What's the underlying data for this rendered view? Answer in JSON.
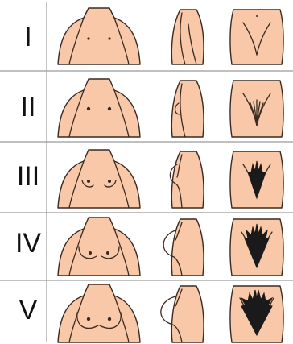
{
  "stages": [
    {
      "label": "I"
    },
    {
      "label": "II"
    },
    {
      "label": "III"
    },
    {
      "label": "IV"
    },
    {
      "label": "V"
    }
  ],
  "colors": {
    "skin": "#f8c8a8",
    "outline": "#3a2a20",
    "hair": "#1a1a1a",
    "separator": "#9a9a9a"
  },
  "icons": [
    "torso-front-icon",
    "torso-side-icon",
    "pubic-area-icon"
  ]
}
